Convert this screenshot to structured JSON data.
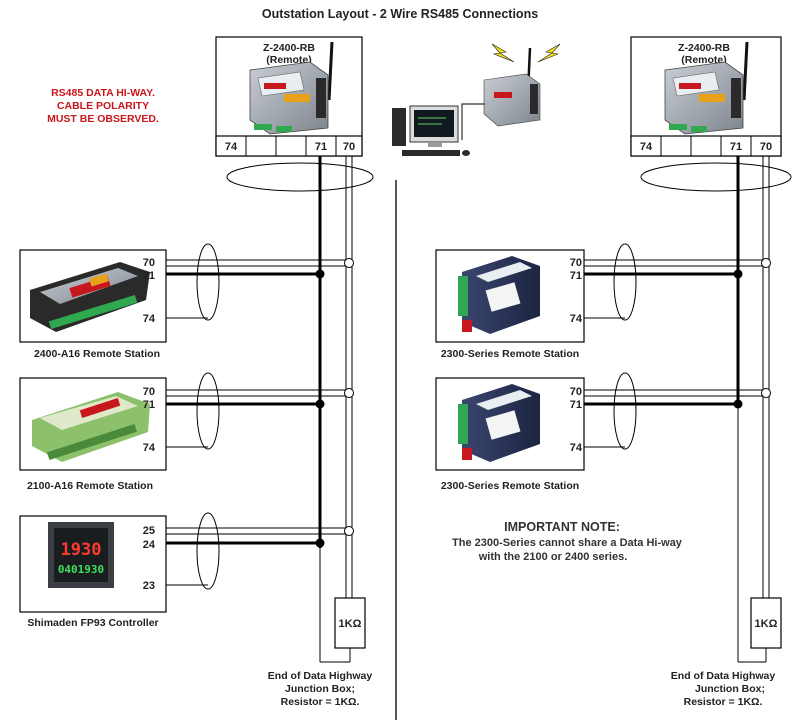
{
  "title": "Outstation Layout - 2 Wire RS485 Connections",
  "warning": [
    "RS485 DATA HI-WAY.",
    "CABLE POLARITY",
    "MUST BE OBSERVED."
  ],
  "master_left": {
    "name": "Z-2400-RB",
    "role": "(Remote)",
    "terminals": [
      "74",
      "",
      "",
      "71",
      "70"
    ]
  },
  "master_right": {
    "name": "Z-2400-RB",
    "role": "(Remote)",
    "terminals": [
      "74",
      "",
      "",
      "71",
      "70"
    ]
  },
  "left_stations": [
    {
      "caption": "2400-A16 Remote Station",
      "terms": [
        "70",
        "71",
        "74"
      ]
    },
    {
      "caption": "2100-A16 Remote Station",
      "terms": [
        "70",
        "71",
        "74"
      ]
    },
    {
      "caption": "Shimaden FP93 Controller",
      "terms": [
        "25",
        "24",
        "23"
      ]
    }
  ],
  "right_stations": [
    {
      "caption": "2300-Series Remote Station",
      "terms": [
        "70",
        "71",
        "74"
      ]
    },
    {
      "caption": "2300-Series Remote Station",
      "terms": [
        "70",
        "71",
        "74"
      ]
    }
  ],
  "note": {
    "heading": "IMPORTANT NOTE:",
    "lines": [
      "The 2300-Series cannot share a Data Hi-way",
      "with the 2100 or 2400 series."
    ]
  },
  "resistor_label": "1KΩ",
  "end_label": [
    "End of Data Highway",
    "Junction Box;",
    "Resistor = 1KΩ."
  ],
  "controller_display": {
    "top": "1930",
    "bottom": "0401930"
  },
  "colors": {
    "warning_red": "#c8161d",
    "device_grey": "#9aa0a6",
    "device_blue": "#27304f",
    "terminal_green": "#2fa84f",
    "signal_yellow": "#f4e21a"
  },
  "icons": [
    "antenna-icon",
    "pc-icon",
    "wireless-signal-icon"
  ]
}
